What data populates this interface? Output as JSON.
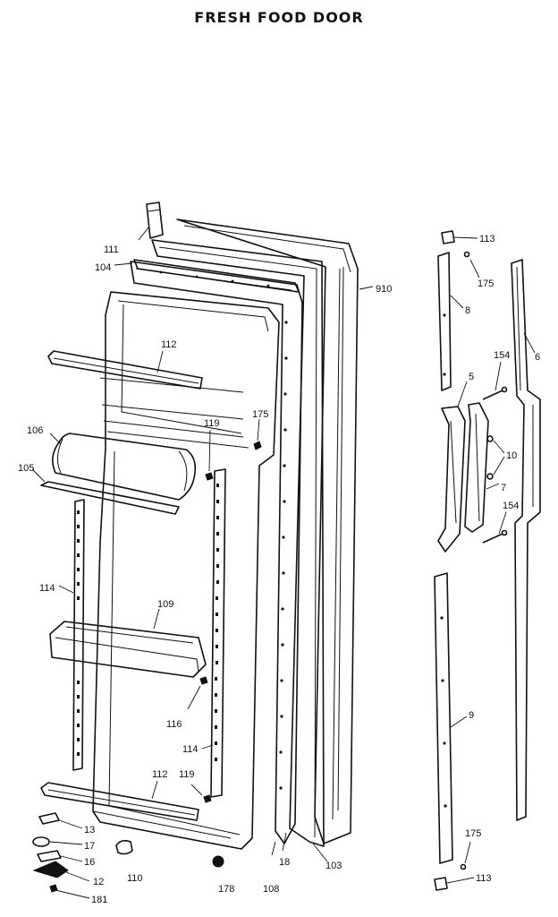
{
  "title": "FRESH FOOD DOOR",
  "part_labels": {
    "p111": "111",
    "p104": "104",
    "p112a": "112",
    "p910": "910",
    "p175a": "175",
    "p119a": "119",
    "p106": "106",
    "p105": "105",
    "p114a": "114",
    "p109": "109",
    "p116": "116",
    "p114b": "114",
    "p112b": "112",
    "p119b": "119",
    "p13": "13",
    "p17": "17",
    "p16": "16",
    "p12": "12",
    "p181": "181",
    "p110": "110",
    "p178": "178",
    "p108": "108",
    "p18": "18",
    "p103": "103",
    "p113a": "113",
    "p175b": "175",
    "p8": "8",
    "p6": "6",
    "p154a": "154",
    "p5": "5",
    "p10": "10",
    "p7": "7",
    "p154b": "154",
    "p9": "9",
    "p175c": "175",
    "p113b": "113"
  }
}
